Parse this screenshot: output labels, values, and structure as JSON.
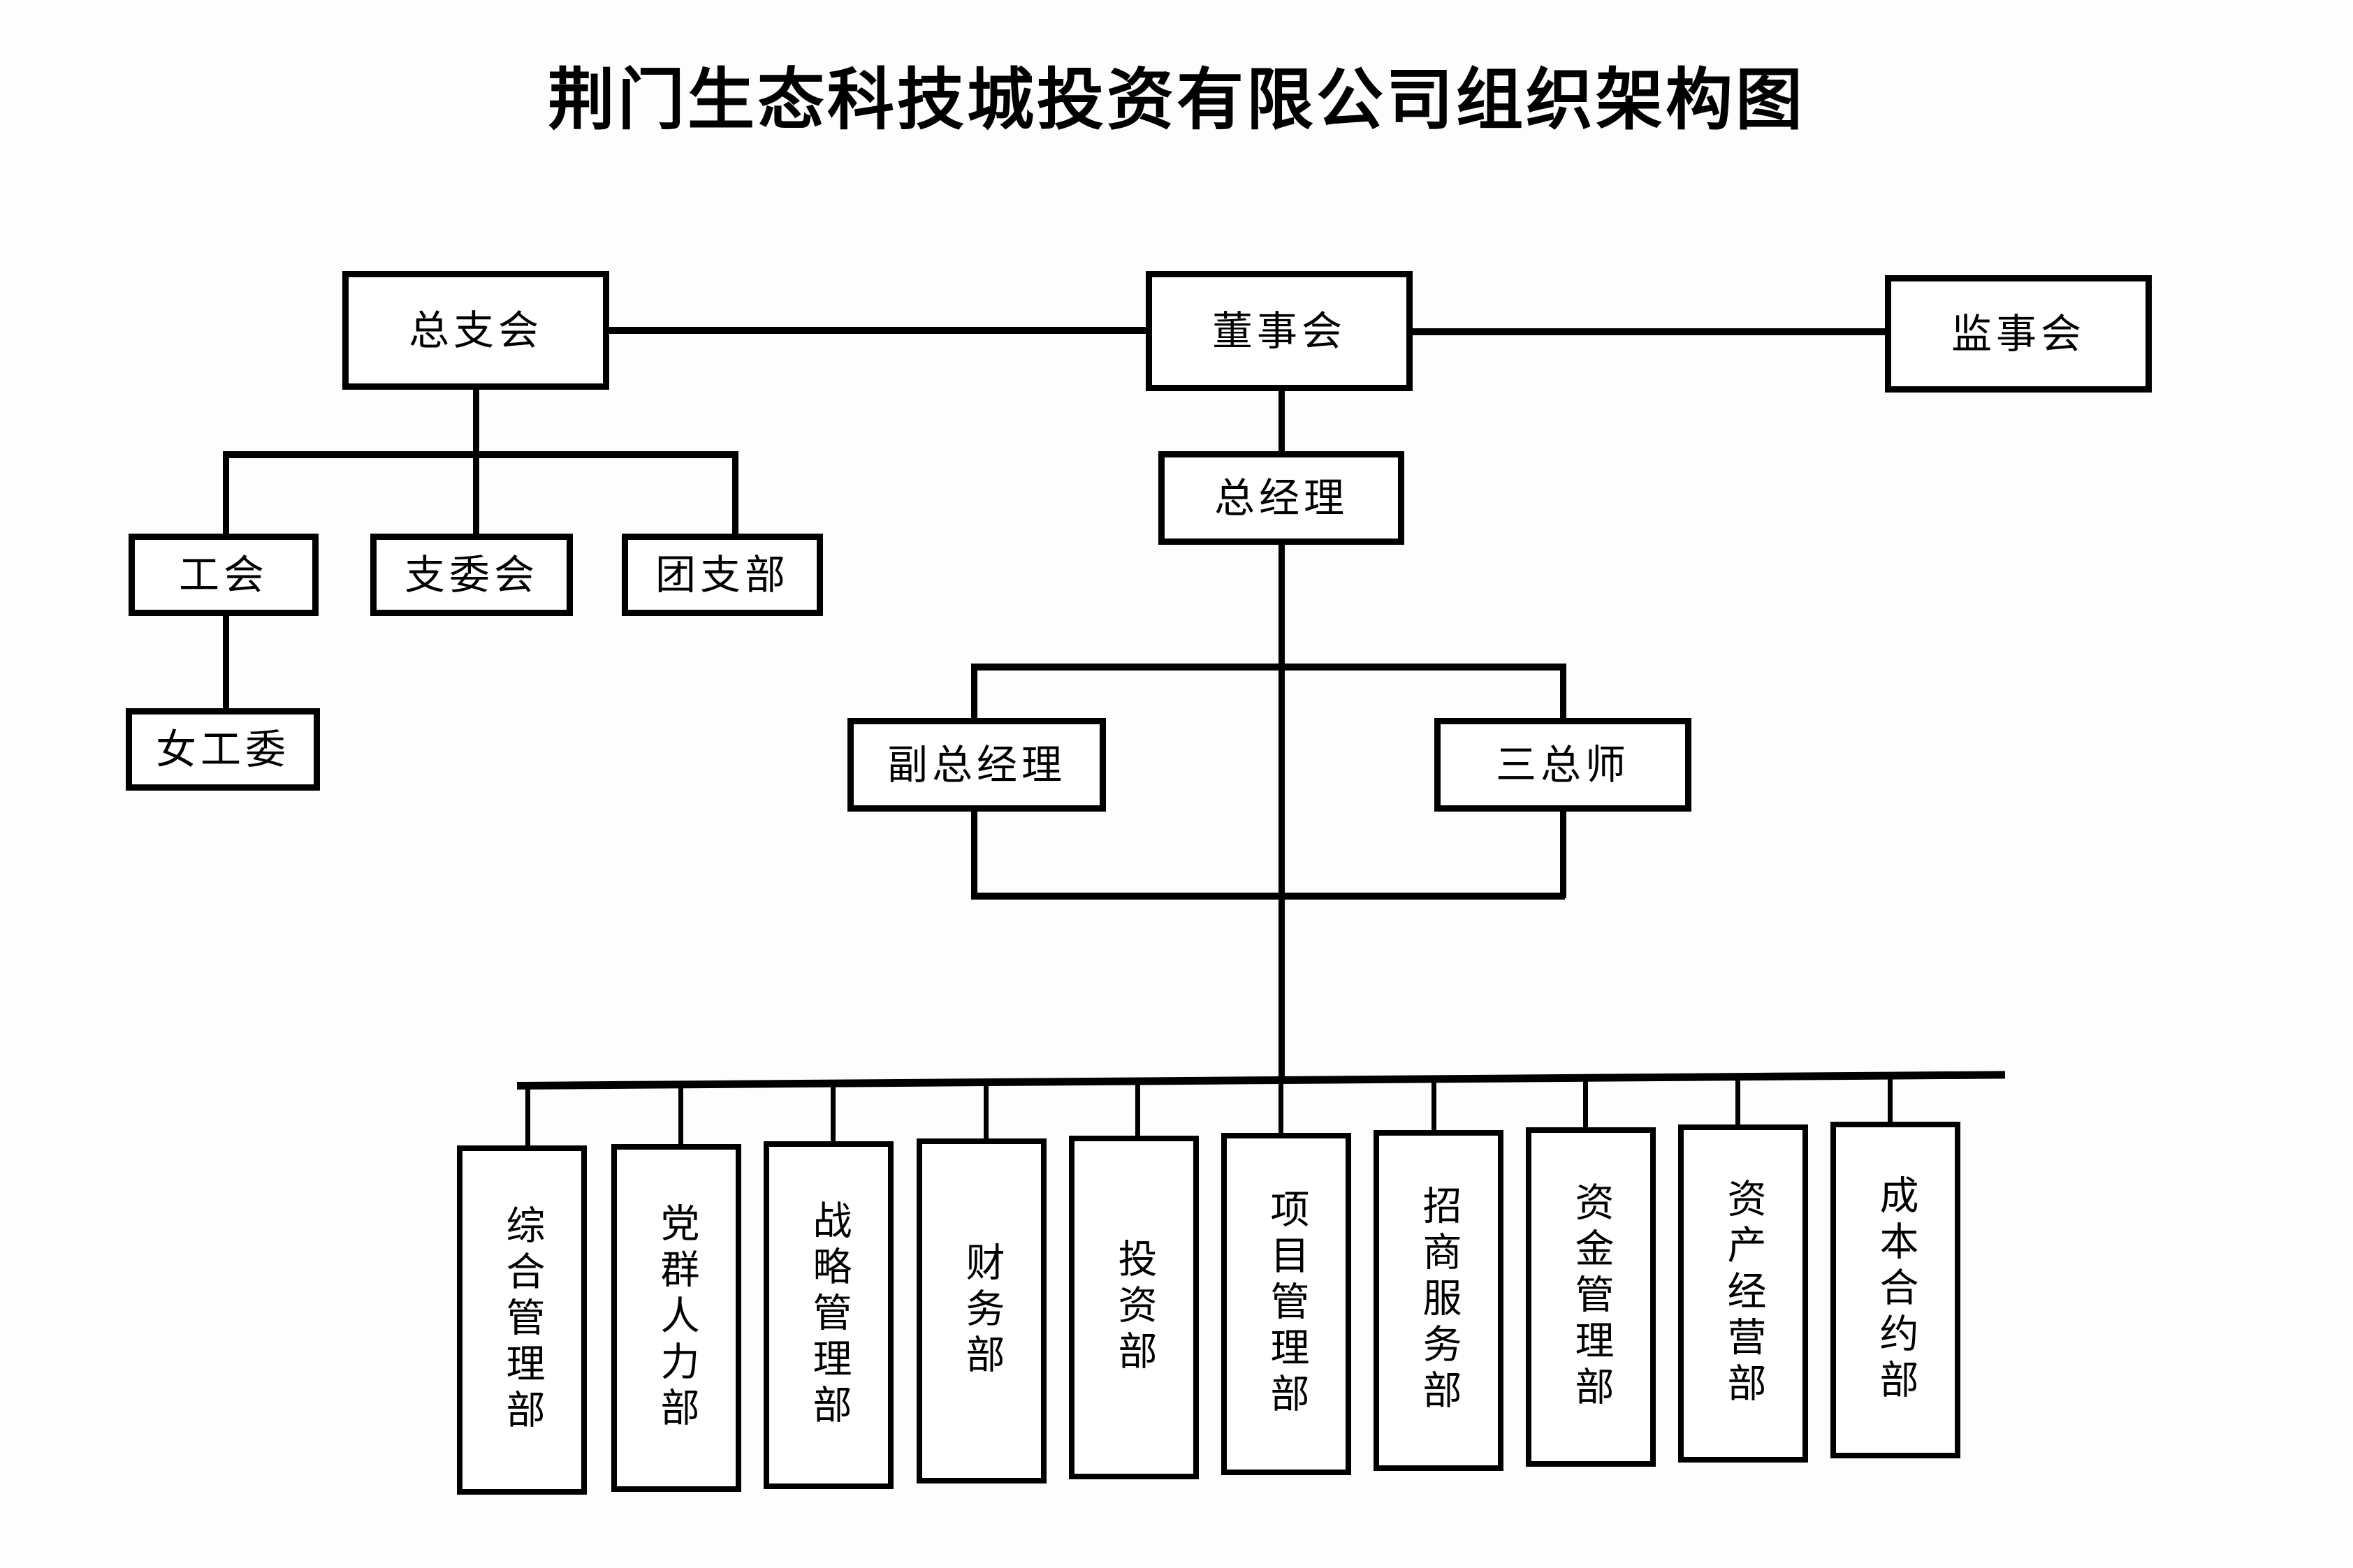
{
  "chart_data": {
    "type": "diagram",
    "title": "荆门生态科技城投资有限公司组织架构图",
    "orientation": "top-down org chart",
    "nodes": [
      {
        "id": "party_branch",
        "label": "总支会",
        "level": 1
      },
      {
        "id": "board",
        "label": "董事会",
        "level": 1
      },
      {
        "id": "supervisors",
        "label": "监事会",
        "level": 1
      },
      {
        "id": "gm",
        "label": "总经理",
        "level": 2
      },
      {
        "id": "union",
        "label": "工会",
        "level": 2
      },
      {
        "id": "branch_cmte",
        "label": "支委会",
        "level": 2
      },
      {
        "id": "youth_league",
        "label": "团支部",
        "level": 2
      },
      {
        "id": "women_cmte",
        "label": "女工委",
        "level": 3
      },
      {
        "id": "deputy_gm",
        "label": "副总经理",
        "level": 3
      },
      {
        "id": "three_chiefs",
        "label": "三总师",
        "level": 3
      },
      {
        "id": "dept1",
        "label": "综合管理部",
        "level": 4
      },
      {
        "id": "dept2",
        "label": "党群人力部",
        "level": 4
      },
      {
        "id": "dept3",
        "label": "战略管理部",
        "level": 4
      },
      {
        "id": "dept4",
        "label": "财务部",
        "level": 4
      },
      {
        "id": "dept5",
        "label": "投资部",
        "level": 4
      },
      {
        "id": "dept6",
        "label": "项目管理部",
        "level": 4
      },
      {
        "id": "dept7",
        "label": "招商服务部",
        "level": 4
      },
      {
        "id": "dept8",
        "label": "资金管理部",
        "level": 4
      },
      {
        "id": "dept9",
        "label": "资产经营部",
        "level": 4
      },
      {
        "id": "dept10",
        "label": "成本合约部",
        "level": 4
      }
    ],
    "edges": [
      [
        "party_branch",
        "board"
      ],
      [
        "board",
        "supervisors"
      ],
      [
        "board",
        "gm"
      ],
      [
        "party_branch",
        "union"
      ],
      [
        "party_branch",
        "branch_cmte"
      ],
      [
        "party_branch",
        "youth_league"
      ],
      [
        "union",
        "women_cmte"
      ],
      [
        "gm",
        "deputy_gm"
      ],
      [
        "gm",
        "three_chiefs"
      ],
      [
        "gm",
        "dept1"
      ],
      [
        "gm",
        "dept2"
      ],
      [
        "gm",
        "dept3"
      ],
      [
        "gm",
        "dept4"
      ],
      [
        "gm",
        "dept5"
      ],
      [
        "gm",
        "dept6"
      ],
      [
        "gm",
        "dept7"
      ],
      [
        "gm",
        "dept8"
      ],
      [
        "gm",
        "dept9"
      ],
      [
        "gm",
        "dept10"
      ]
    ]
  },
  "chart": {
    "title": "荆门生态科技城投资有限公司组织架构图",
    "top_row": {
      "party_branch": "总支会",
      "board": "董事会",
      "supervisors": "监事会"
    },
    "management": {
      "gm": "总经理",
      "deputy_gm": "副总经理",
      "three_chiefs": "三总师"
    },
    "party_side": {
      "union": "工会",
      "branch_committee": "支委会",
      "youth_league": "团支部",
      "women_committee": "女工委"
    },
    "departments": [
      "综合管理部",
      "党群人力部",
      "战略管理部",
      "财务部",
      "投资部",
      "项目管理部",
      "招商服务部",
      "资金管理部",
      "资产经营部",
      "成本合约部"
    ],
    "colors": {
      "background": "#ffffff",
      "line": "#000000",
      "text": "#000000"
    }
  }
}
